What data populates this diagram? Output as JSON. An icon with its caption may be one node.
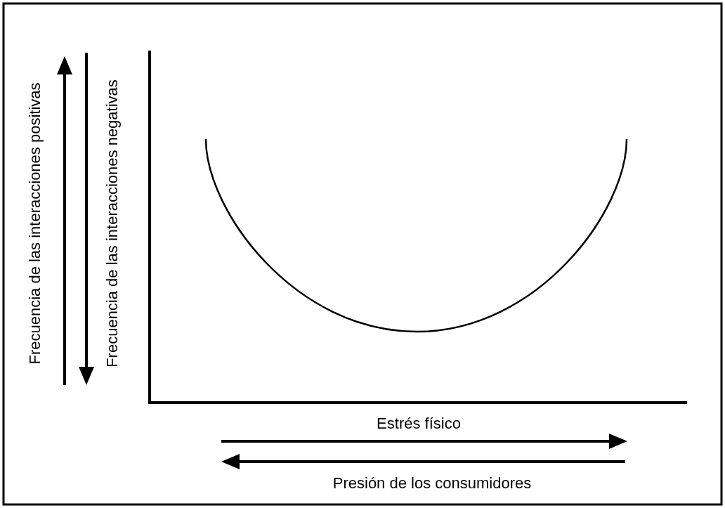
{
  "diagram": {
    "labels": [
      "Frecuencia de las interacciones positivas",
      "Frecuencia de las interacciones negativas",
      "Estrés físico",
      "Presión de los consumidores"
    ]
  }
}
